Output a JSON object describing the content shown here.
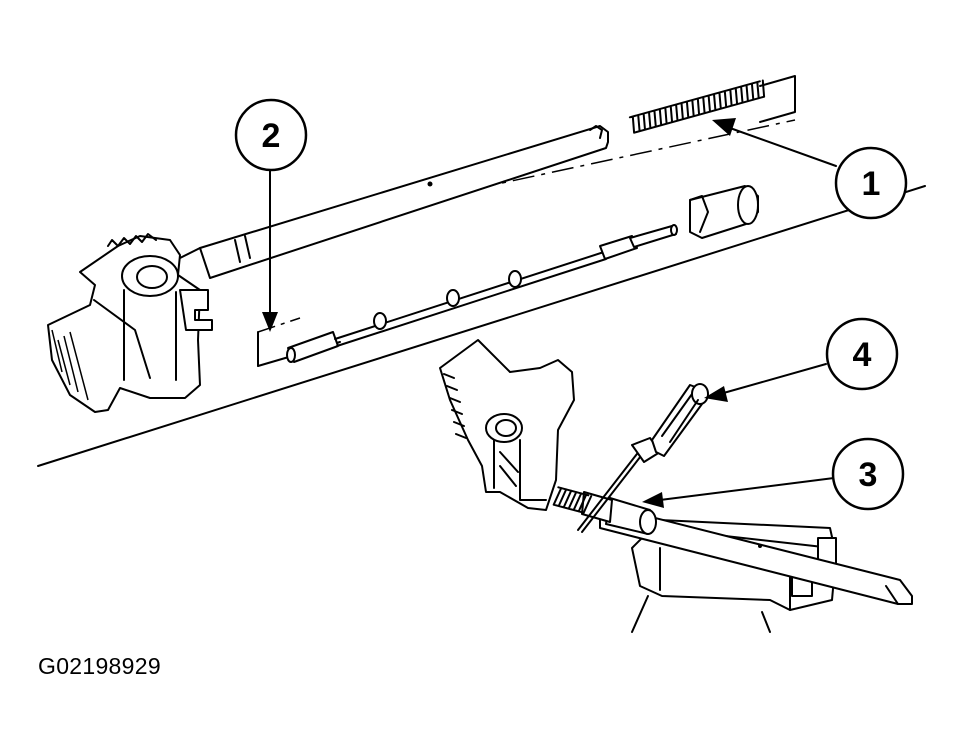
{
  "figure_id": "G02198929",
  "callouts": [
    "1",
    "2",
    "3",
    "4"
  ],
  "colors": {
    "ink": "#000000",
    "background": "#ffffff"
  }
}
